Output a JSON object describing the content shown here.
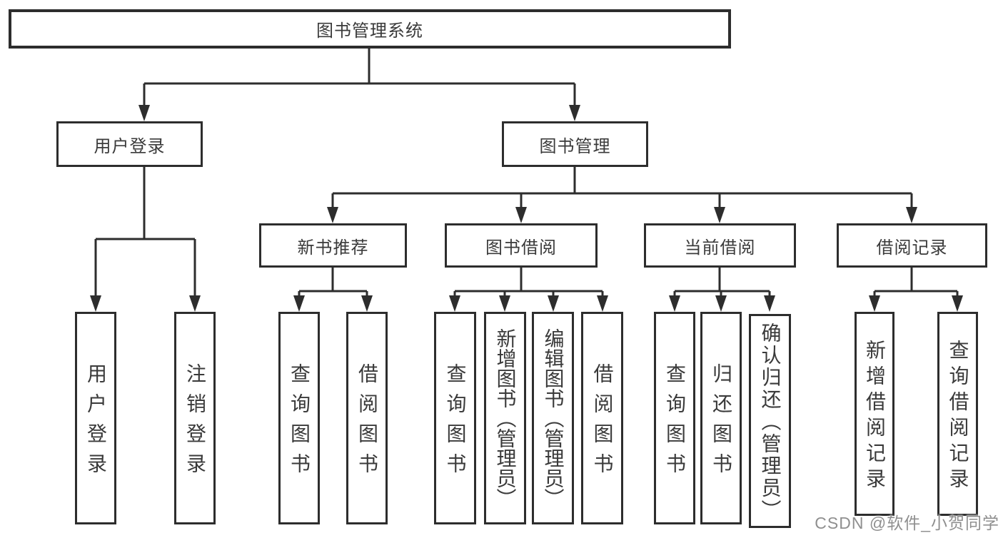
{
  "colors": {
    "line": "#2d2d2d",
    "border": "#2d2d2d",
    "background": "#ffffff",
    "text": "#3a3a3a",
    "watermark": "#8f8f8f"
  },
  "diagram": {
    "title": "图书管理系统",
    "branches": [
      {
        "label": "用户登录",
        "children": [
          "用户登录",
          "注销登录"
        ]
      },
      {
        "label": "图书管理",
        "sections": [
          {
            "label": "新书推荐",
            "children": [
              "查询图书",
              "借阅图书"
            ]
          },
          {
            "label": "图书借阅",
            "children": [
              "查询图书",
              "新增图书（管理员）",
              "编辑图书（管理员）",
              "借阅图书"
            ]
          },
          {
            "label": "当前借阅",
            "children": [
              "查询图书",
              "归还图书",
              "确认归还（管理员）"
            ]
          },
          {
            "label": "借阅记录",
            "children": [
              "新增借阅记录",
              "查询借阅记录"
            ]
          }
        ]
      }
    ]
  },
  "watermark": {
    "text": "CSDN @软件_小贺同学"
  }
}
